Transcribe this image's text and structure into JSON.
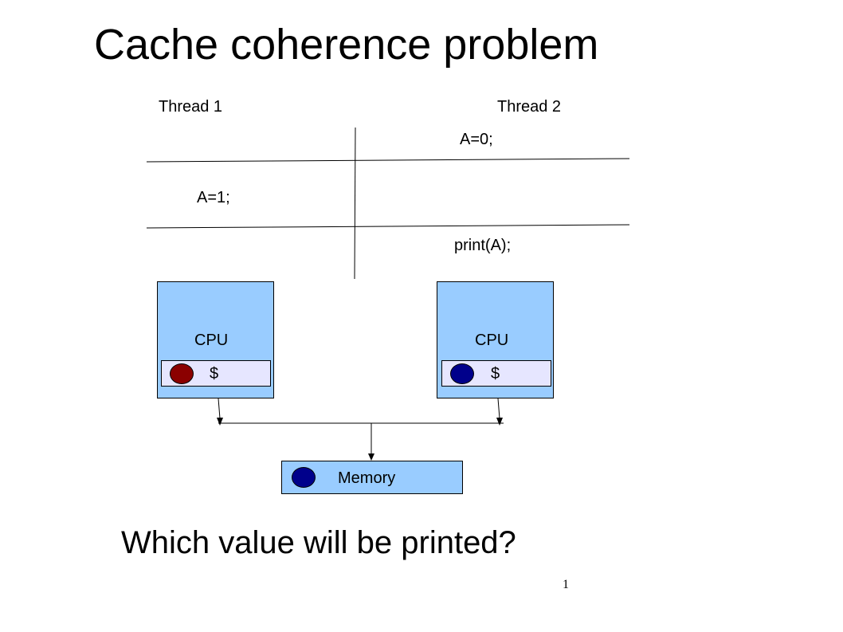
{
  "slide": {
    "title": "Cache coherence problem",
    "question": "Which value will be printed?",
    "page_number": "1"
  },
  "timeline": {
    "thread1": {
      "header": "Thread 1",
      "statements": [
        "A=1;"
      ]
    },
    "thread2": {
      "header": "Thread 2",
      "statements": [
        "A=0;",
        "print(A);"
      ]
    }
  },
  "processors": [
    {
      "label": "CPU",
      "cache_label": "$",
      "cache_value_color": "#8b0000"
    },
    {
      "label": "CPU",
      "cache_label": "$",
      "cache_value_color": "#00008b"
    }
  ],
  "memory": {
    "label": "Memory",
    "value_color": "#00008b"
  },
  "colors": {
    "box_fill": "#99ccff",
    "cache_fill": "#e6e6ff"
  }
}
